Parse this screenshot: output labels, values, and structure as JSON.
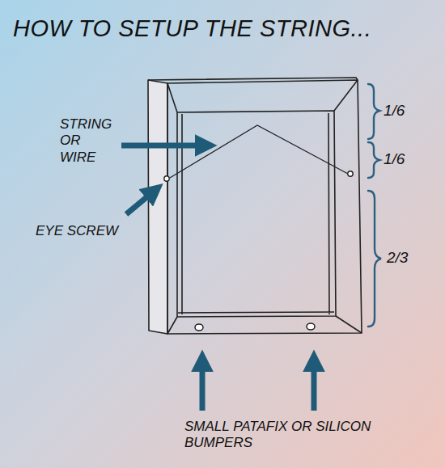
{
  "diagram": {
    "title": "HOW TO SETUP THE STRING...",
    "labels": [
      "STRING OR WIRE",
      "EYE SCREW",
      "SMALL PATAFIX OR SILICON BUMPERS",
      "1/6",
      "1/6",
      "2/3"
    ]
  }
}
